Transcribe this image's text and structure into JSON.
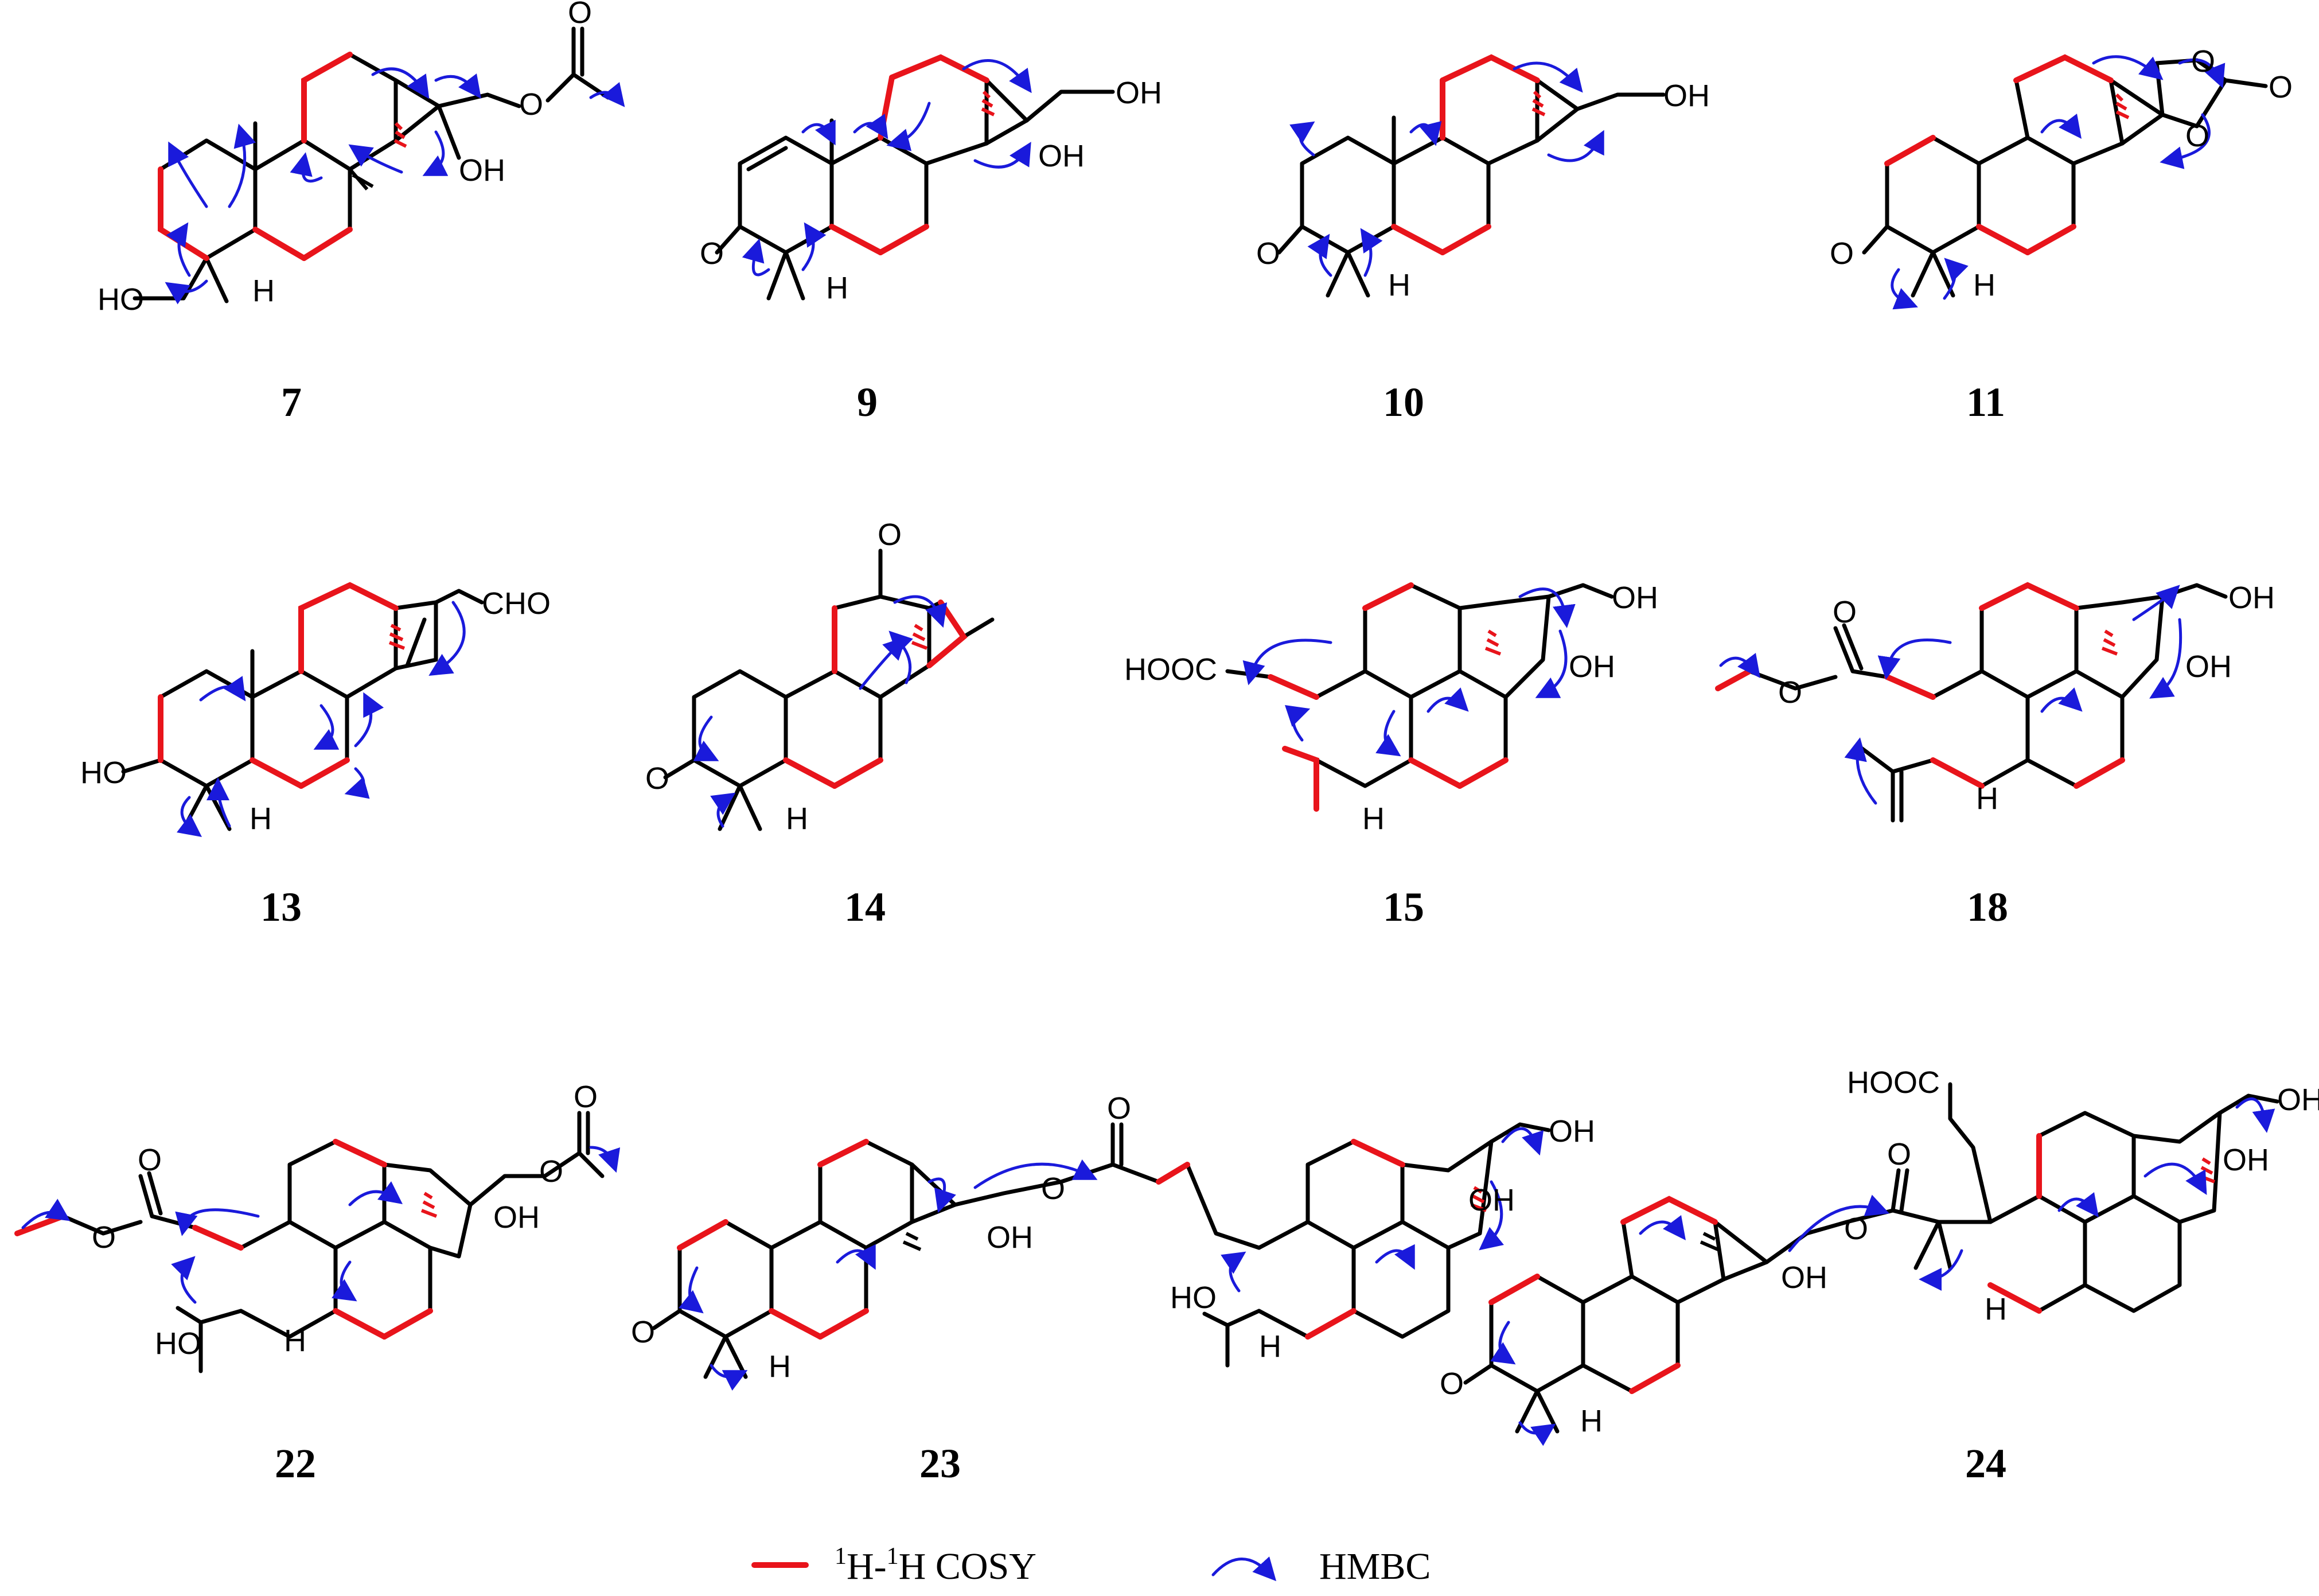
{
  "compounds": [
    {
      "label": "7"
    },
    {
      "label": "9"
    },
    {
      "label": "10"
    },
    {
      "label": "11"
    },
    {
      "label": "13"
    },
    {
      "label": "14"
    },
    {
      "label": "15"
    },
    {
      "label": "18"
    },
    {
      "label": "22"
    },
    {
      "label": "23"
    },
    {
      "label": "24"
    }
  ],
  "atoms": {
    "OH": "OH",
    "HO": "HO",
    "O": "O",
    "H": "H",
    "CHO": "CHO",
    "HOOC": "HOOC"
  },
  "legend": {
    "cosy_sup1": "1",
    "cosy_mid": "H-",
    "cosy_sup2": "1",
    "cosy_end": "H COSY",
    "hmbc": "HMBC"
  },
  "colors": {
    "bond": "#000000",
    "cosy": "#e8141b",
    "hmbc": "#1a1adb"
  }
}
